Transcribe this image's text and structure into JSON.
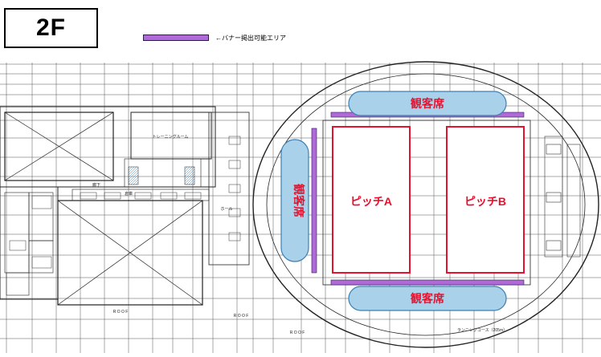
{
  "floor_label": "2F",
  "legend": {
    "text": "←バナー掲出可能エリア",
    "color": "#b06ad8"
  },
  "areas": {
    "pitch_a": "ピッチA",
    "pitch_b": "ピッチB",
    "stand_top": "観客席",
    "stand_bottom": "観客席",
    "stand_left": "観客席"
  },
  "small_labels": {
    "training_room": "トレーニングルーム",
    "running_track": "ランニングコース（205m）",
    "roof_1": "R O O F",
    "roof_2": "R O O F",
    "roof_3": "R O O F",
    "hall": "ホール",
    "corridor": "廊下",
    "storage": "倉庫"
  },
  "colors": {
    "pitch_outline": "#e8112d",
    "stand_fill": "#a9d2ea",
    "stand_stroke": "#3d7fb2",
    "stand_text": "#e8112d",
    "banner": "#b06ad8",
    "line": "#222222"
  }
}
